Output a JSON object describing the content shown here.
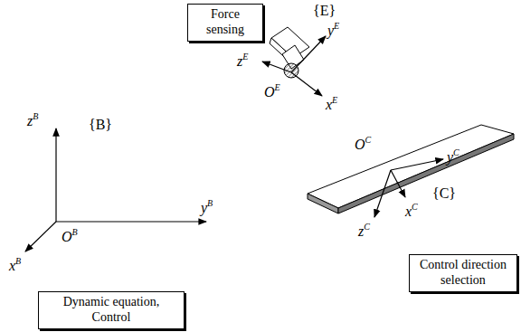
{
  "diagram": {
    "nodes": [
      {
        "text": [
          "Force sensing"
        ]
      },
      {
        "text": [
          "Dynamic equation, Control"
        ]
      },
      {
        "text": [
          "Control direction selection"
        ]
      }
    ],
    "labels": [
      "{E}",
      "yE",
      "zE",
      "OE",
      "xE",
      "zB",
      "{B}",
      "yB",
      "OB",
      "xB",
      "OC",
      "yC",
      "{C}",
      "xC",
      "zC"
    ]
  }
}
